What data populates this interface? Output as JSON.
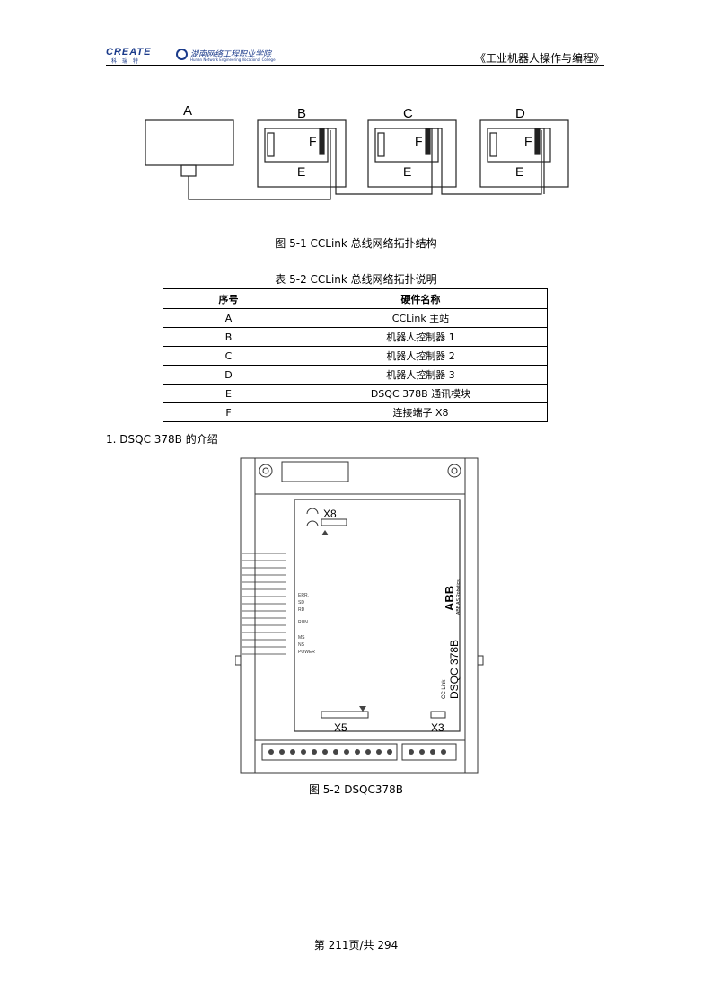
{
  "header": {
    "logo_create": "CREATE",
    "logo_create_sub": "科瑞特",
    "logo_school": "湖南网络工程职业学院",
    "logo_school_en": "Hunan Network Engineering Vocational College",
    "book_title": "《工业机器人操作与编程》"
  },
  "figure1": {
    "caption": "图 5-1    CCLink 总线网络拓扑结构",
    "labels": {
      "a": "A",
      "b": "B",
      "c": "C",
      "d": "D",
      "e": "E",
      "f": "F"
    }
  },
  "table": {
    "caption": "表 5-2   CCLink 总线网络拓扑说明",
    "headers": [
      "序号",
      "硬件名称"
    ],
    "rows": [
      [
        "A",
        "CCLink 主站"
      ],
      [
        "B",
        "机器人控制器 1"
      ],
      [
        "C",
        "机器人控制器 2"
      ],
      [
        "D",
        "机器人控制器 3"
      ],
      [
        "E",
        "DSQC 378B 通讯模块"
      ],
      [
        "F",
        "连接端子 X8"
      ]
    ]
  },
  "section": {
    "title": "1. DSQC 378B 的介绍"
  },
  "figure2": {
    "caption": "图  5-2 DSQC378B",
    "labels": {
      "x8": "X8",
      "x5": "X5",
      "x3": "X3",
      "model": "DSQC 378B",
      "brand": "ABB",
      "brand_sub": "ABB AS Robotics",
      "cclink": "CC Link",
      "leds": [
        "ERR.",
        "SD",
        "RD",
        "RUN",
        "MS",
        "NS",
        "POWER"
      ]
    }
  },
  "footer": {
    "page": "第 211页/共 294"
  }
}
